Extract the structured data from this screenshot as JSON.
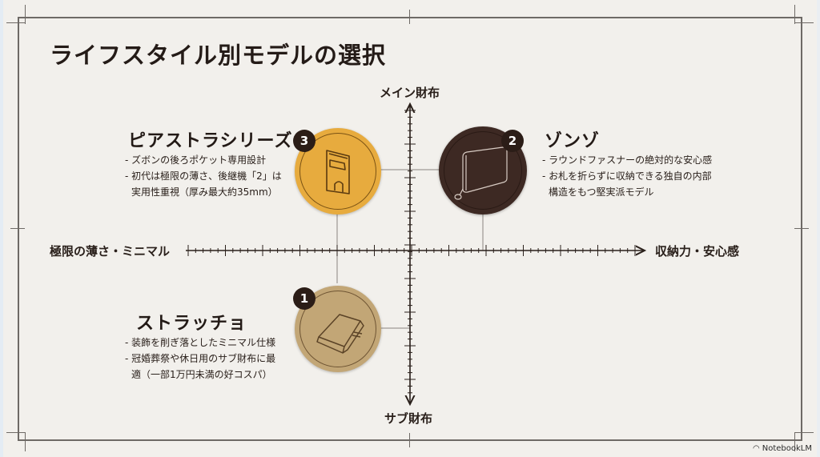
{
  "title": "ライフスタイル別モデルの選択",
  "axes": {
    "top": "メイン財布",
    "bottom": "サブ財布",
    "left": "極限の薄さ・ミニマル",
    "right": "収納力・安心感"
  },
  "models": [
    {
      "number": "3",
      "name": "ピアストラシリーズ",
      "bullets": [
        "- ズボンの後ろポケット専用設計",
        "- 初代は極限の薄さ、後継機「2」は",
        "実用性重視（厚み最大約35mm）"
      ],
      "color": "#e8ac3c",
      "icon": "card-case-icon",
      "quadrant": "top-left"
    },
    {
      "number": "2",
      "name": "ゾンゾ",
      "bullets": [
        "- ラウンドファスナーの絶対的な安心感",
        "- お札を折らずに収納できる独自の内部",
        "構造をもつ堅実派モデル"
      ],
      "color": "#3f2a24",
      "icon": "zip-wallet-icon",
      "quadrant": "top-right"
    },
    {
      "number": "1",
      "name": "ストラッチョ",
      "bullets": [
        "- 装飾を削ぎ落としたミニマル仕様",
        "- 冠婚葬祭や休日用のサブ財布に最",
        "適（一部1万円未満の好コスパ）"
      ],
      "color": "#c3a677",
      "icon": "bifold-wallet-icon",
      "quadrant": "bottom-left"
    }
  ],
  "branding": {
    "logo_text": "NotebookLM"
  }
}
